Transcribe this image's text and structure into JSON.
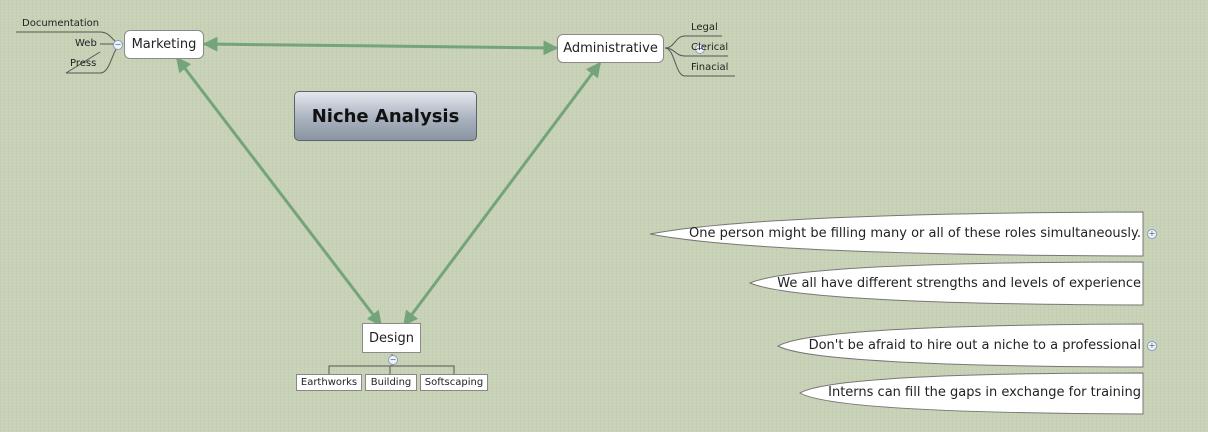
{
  "title": "Niche Analysis",
  "nodes": {
    "marketing": "Marketing",
    "administrative": "Administrative",
    "design": "Design"
  },
  "marketing_children": [
    "Documentation",
    "Web",
    "Press"
  ],
  "administrative_children": [
    "Legal",
    "Clerical",
    "Finacial"
  ],
  "design_children": [
    "Earthworks",
    "Building",
    "Softscaping"
  ],
  "notes": [
    "One person might be filling many or all of these roles simultaneously.",
    "We all have different strengths and levels of experience",
    "Don't be afraid to hire out a niche to a professional",
    "Interns can fill the gaps in exchange for training"
  ],
  "icons": {
    "collapse": "minus-icon",
    "expand": "plus-icon"
  },
  "colors": {
    "link": "#74a47a",
    "background": "#c8d2b6"
  }
}
